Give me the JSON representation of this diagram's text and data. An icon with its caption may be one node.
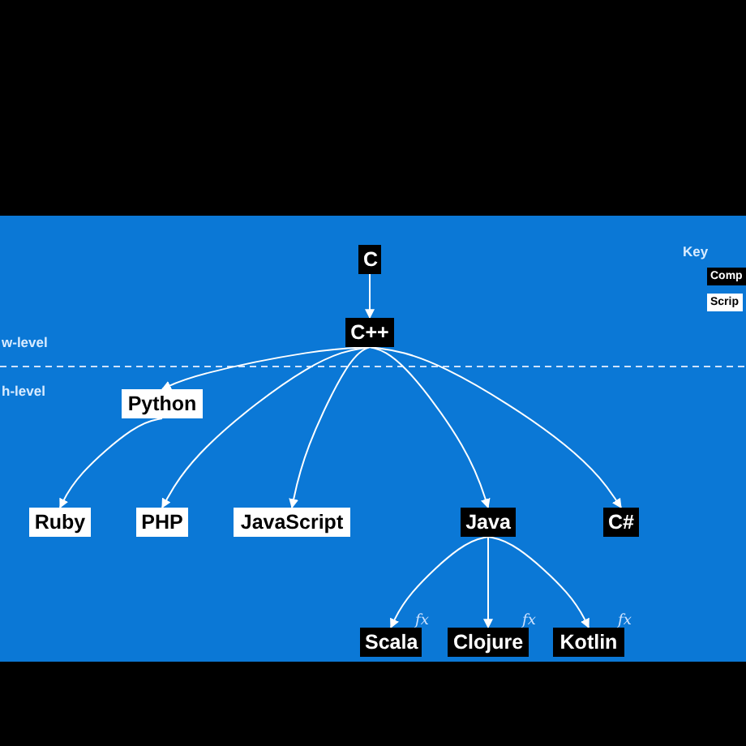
{
  "diagram": {
    "nodes": [
      {
        "text": [
          "C"
        ]
      },
      {
        "text": [
          "C++"
        ]
      },
      {
        "text": [
          "Python"
        ]
      },
      {
        "text": [
          "Ruby"
        ]
      },
      {
        "text": [
          "PHP"
        ]
      },
      {
        "text": [
          "JavaScript"
        ]
      },
      {
        "text": [
          "Java"
        ]
      },
      {
        "text": [
          "C#"
        ]
      },
      {
        "text": [
          "Scala"
        ],
        "beside": [
          "fx"
        ]
      },
      {
        "text": [
          "Clojure"
        ],
        "beside": [
          "fx"
        ]
      },
      {
        "text": [
          "Kotlin"
        ],
        "beside": [
          "fx"
        ]
      }
    ],
    "edges": [
      {
        "from": 0,
        "to": 1,
        "arrow": "to"
      },
      {
        "from": 1,
        "to": 2,
        "arrow": "to"
      },
      {
        "from": 1,
        "to": 4,
        "arrow": "to"
      },
      {
        "from": 1,
        "to": 5,
        "arrow": "to"
      },
      {
        "from": 1,
        "to": 6,
        "arrow": "to"
      },
      {
        "from": 1,
        "to": 7,
        "arrow": "to"
      },
      {
        "from": 2,
        "to": 3,
        "arrow": "to"
      },
      {
        "from": 6,
        "to": 8,
        "arrow": "to"
      },
      {
        "from": 6,
        "to": 9,
        "arrow": "to"
      },
      {
        "from": 6,
        "to": 10,
        "arrow": "to"
      }
    ],
    "labels": [
      "Key",
      "w-level",
      "h-level"
    ],
    "legend": [
      {
        "text": "Comp",
        "color": "#000000"
      },
      {
        "text": "Scrip",
        "color": "#ffffff"
      }
    ]
  }
}
